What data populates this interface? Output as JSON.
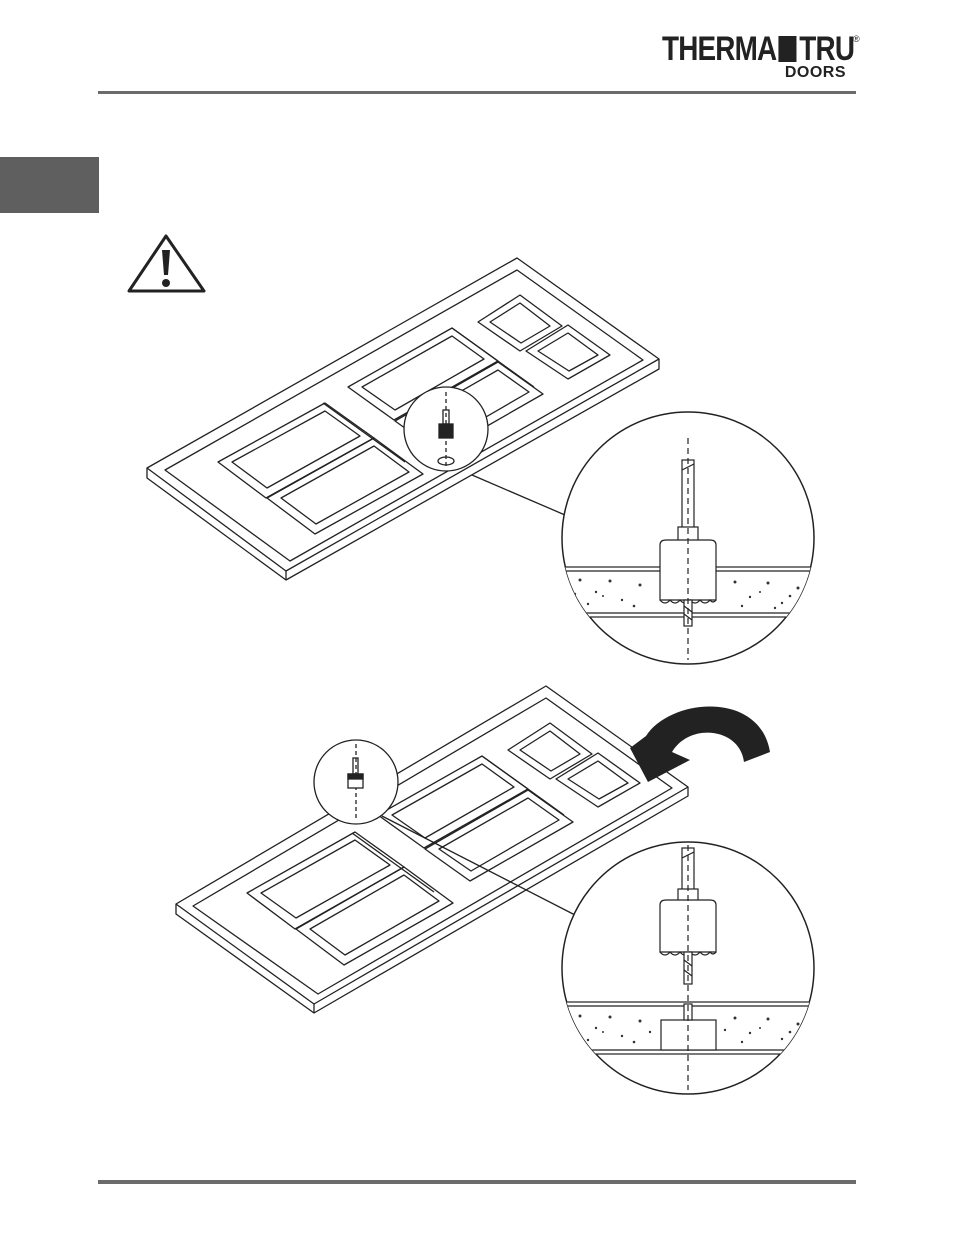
{
  "header": {
    "logo": {
      "word_left": "THERMA",
      "word_right": "TRU",
      "registered": "®",
      "sub": "DOORS"
    }
  },
  "figures": {
    "warning": {
      "icon": "warning-triangle-icon"
    },
    "step1": {
      "description_icon": "drill-from-face-icon"
    },
    "step2": {
      "description_icon": "drill-from-reverse-icon",
      "arrow_icon": "flip-arrow-icon"
    }
  },
  "colors": {
    "rule": "#6b6b6b",
    "tab": "#5f5f5f",
    "ink": "#222222"
  }
}
